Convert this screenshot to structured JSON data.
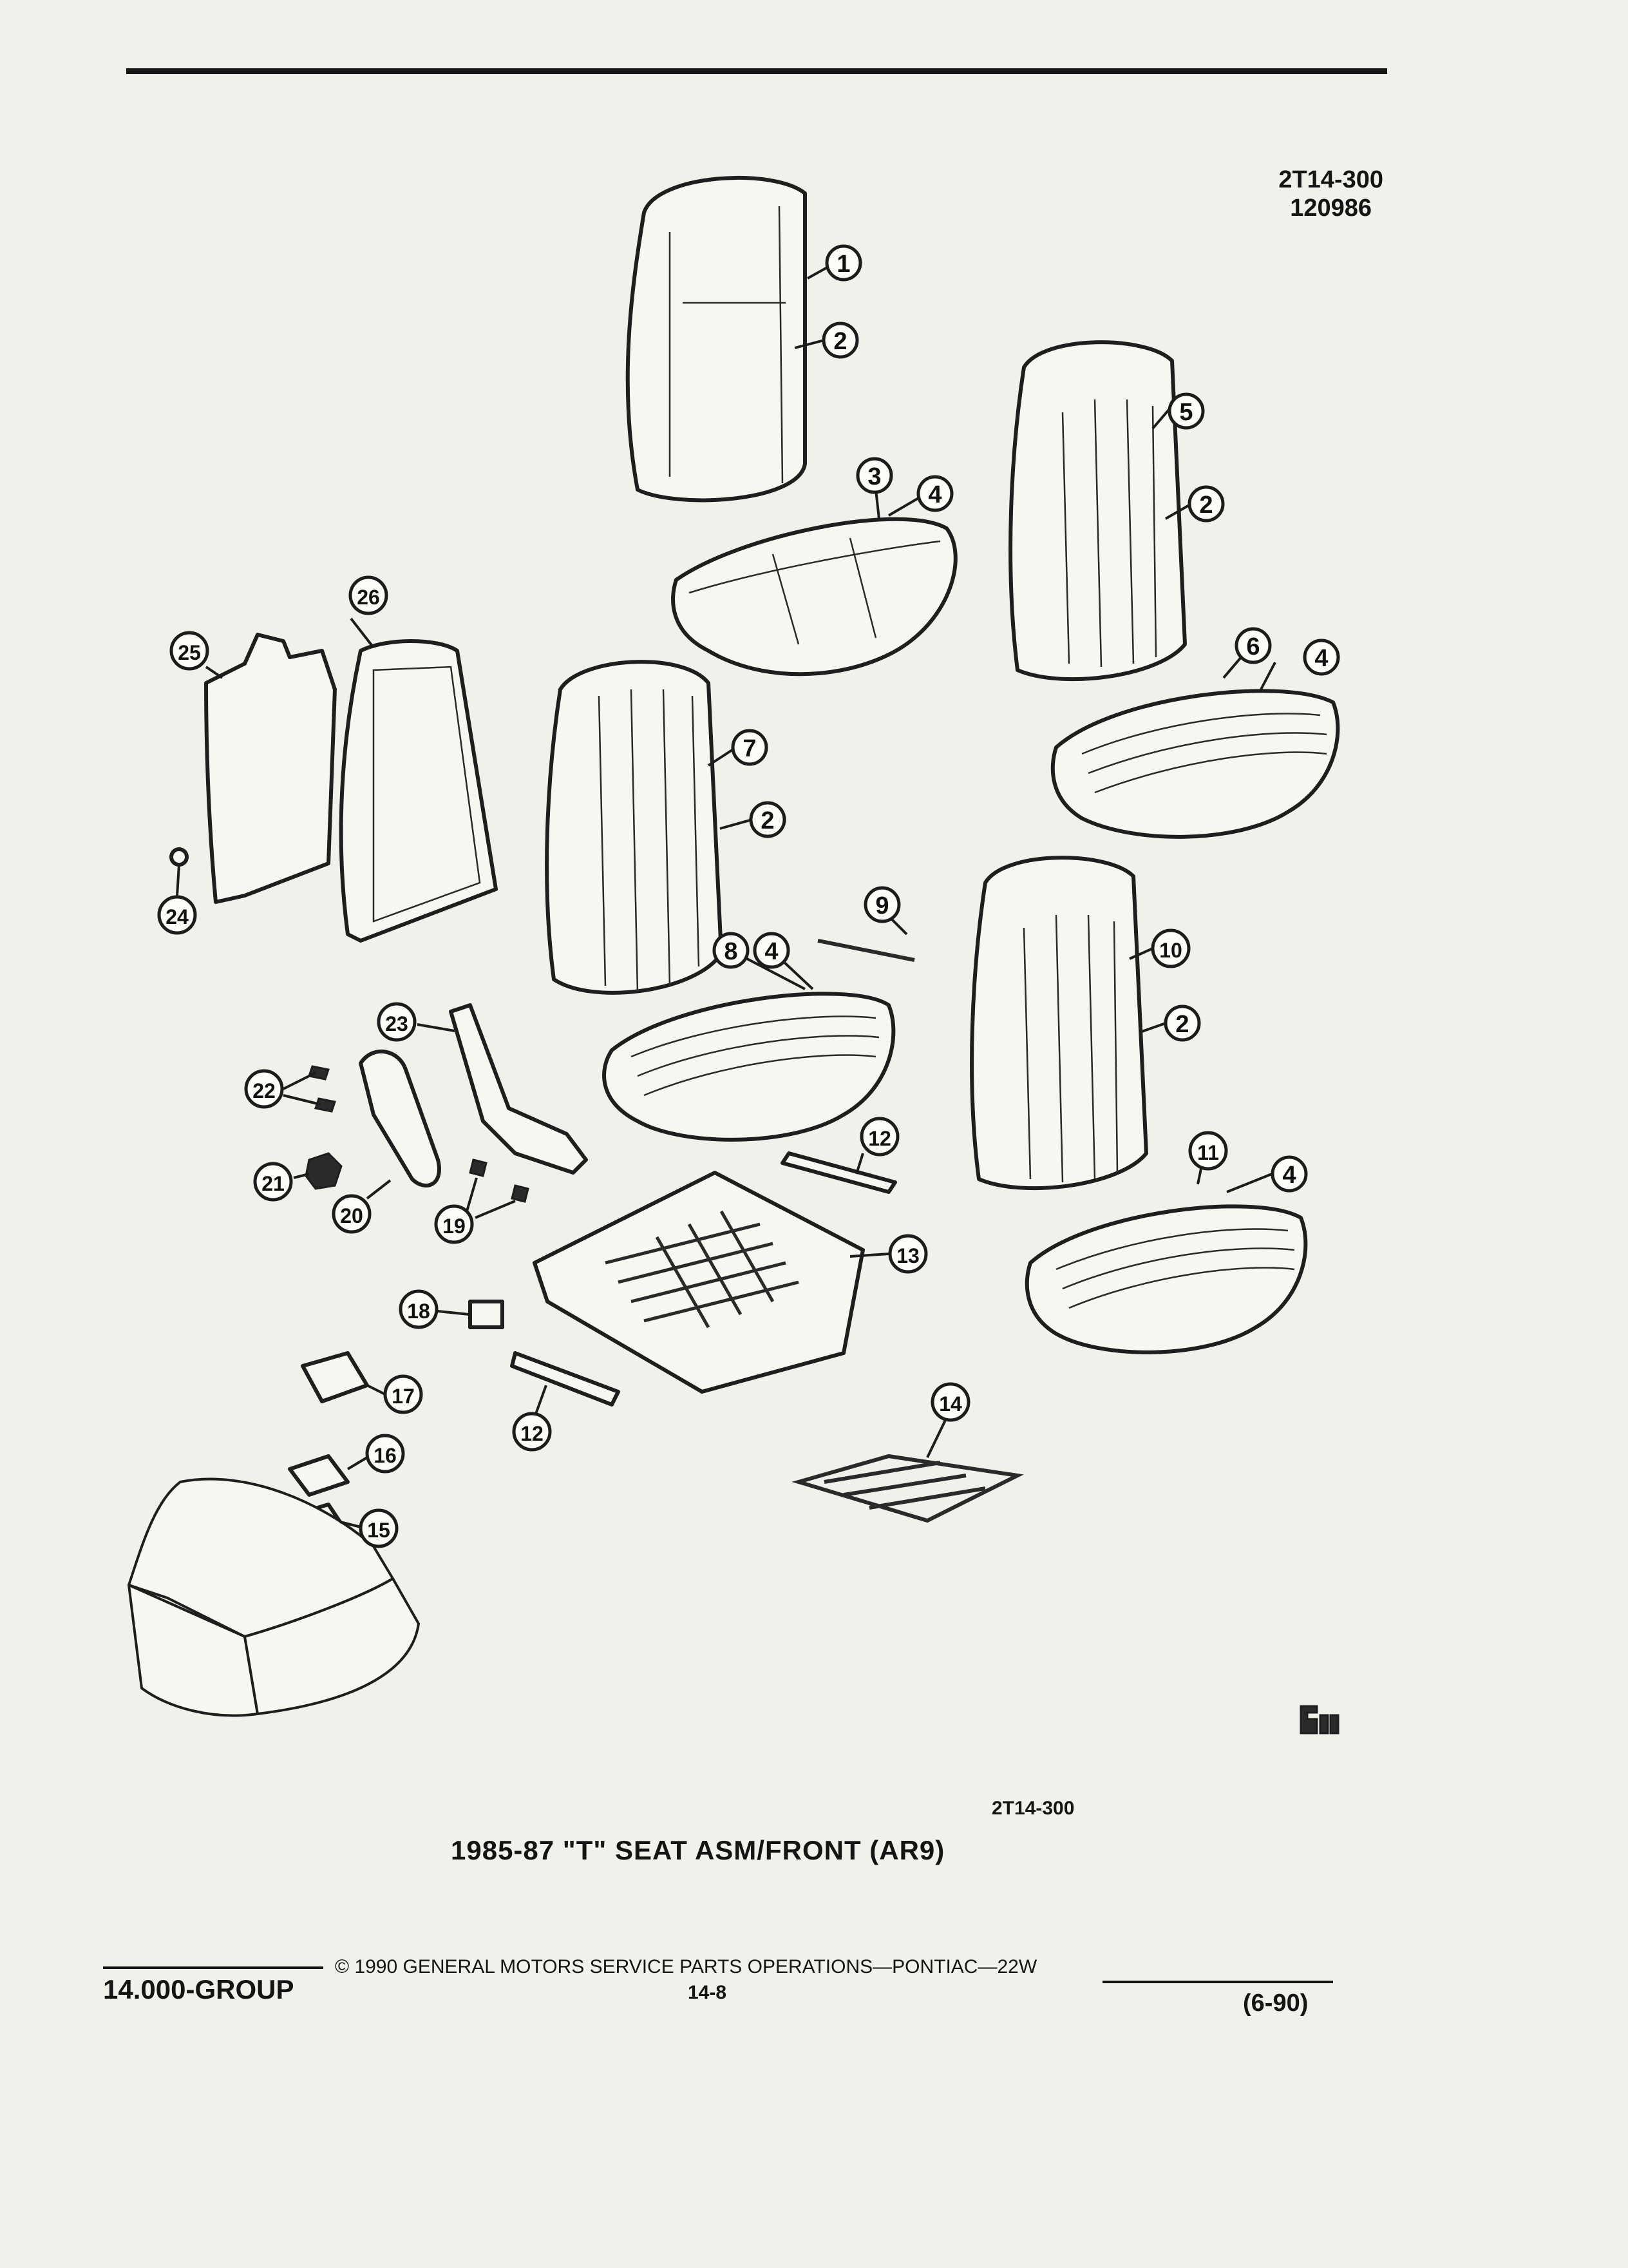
{
  "header": {
    "code": "2T14-300",
    "date": "120986"
  },
  "callouts": [
    "1",
    "2",
    "3",
    "4",
    "5",
    "6",
    "7",
    "8",
    "9",
    "10",
    "11",
    "12",
    "13",
    "14",
    "15",
    "16",
    "17",
    "18",
    "19",
    "20",
    "21",
    "22",
    "23",
    "24",
    "25",
    "26"
  ],
  "illustration": {
    "code": "2T14-300",
    "title": "1985-87 \"T\" SEAT ASM/FRONT (AR9)"
  },
  "footer": {
    "group": "14.000-GROUP",
    "copyright": "© 1990 GENERAL MOTORS SERVICE PARTS OPERATIONS—PONTIAC—22W",
    "page": "14-8",
    "revision": "(6-90)"
  }
}
